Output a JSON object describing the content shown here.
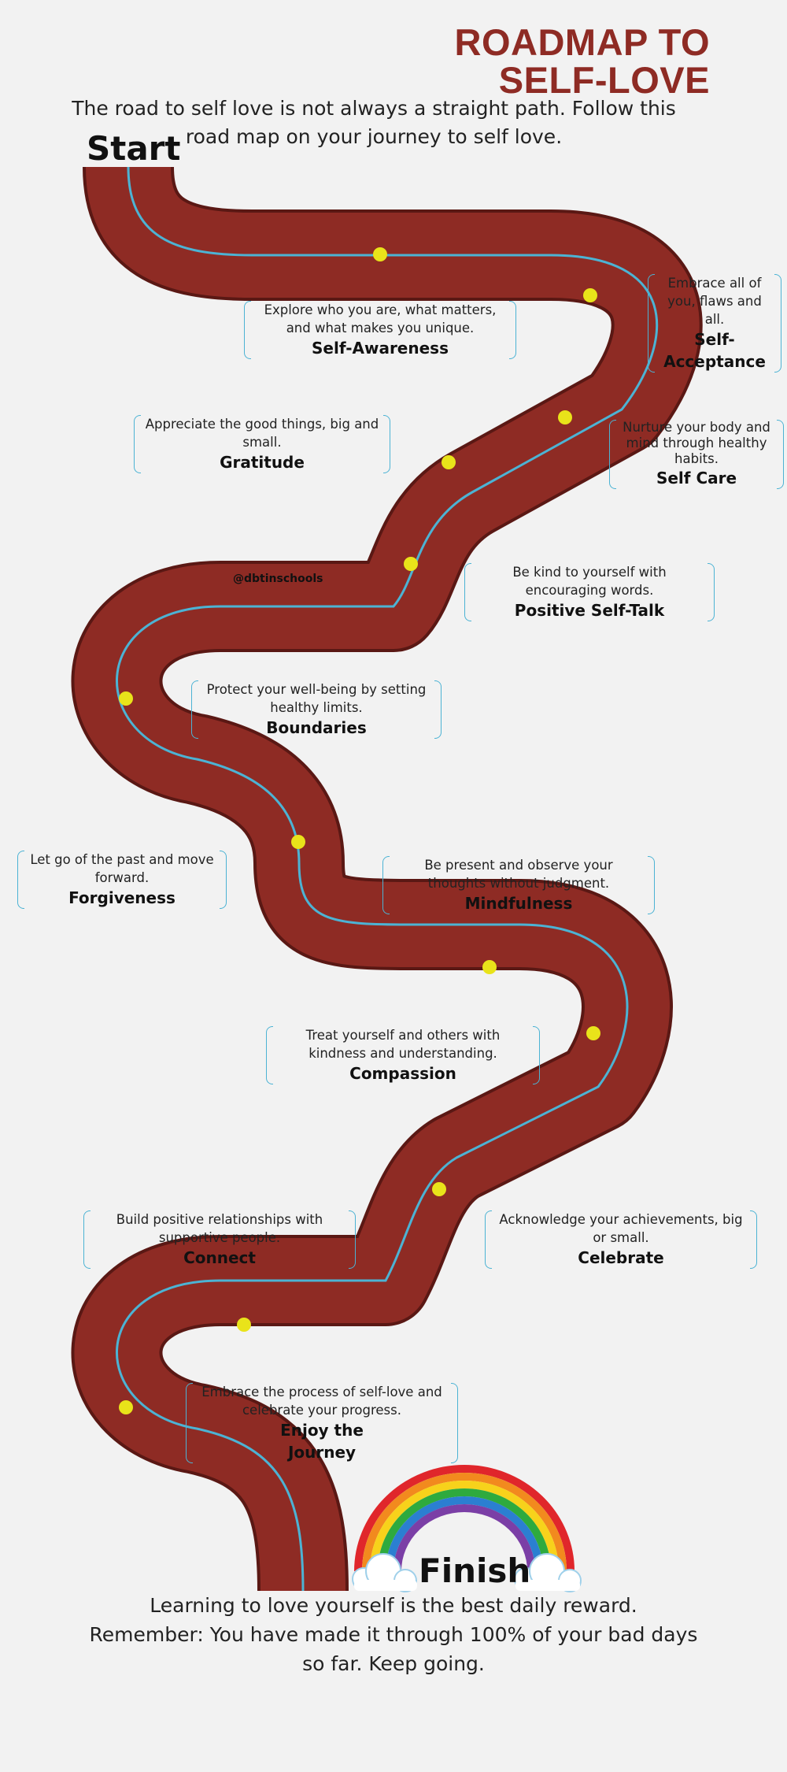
{
  "header": {
    "title_line1": "ROADMAP TO",
    "title_line2": "SELF-LOVE",
    "intro": "The road to self love is not always a straight path. Follow this road map on your journey to self love."
  },
  "road": {
    "start_label": "Start",
    "finish_label": "Finish",
    "handle": "@dbtinschools"
  },
  "steps": [
    {
      "name": "Self-Awareness",
      "desc": "Explore who you are, what matters, and what makes you unique."
    },
    {
      "name": "Self-Acceptance",
      "desc": "Embrace all of you, flaws and all."
    },
    {
      "name": "Gratitude",
      "desc": "Appreciate the good things, big and small."
    },
    {
      "name": "Self Care",
      "desc": "Nurture your body and mind through healthy habits."
    },
    {
      "name": "Positive Self-Talk",
      "desc": "Be kind to yourself with encouraging words."
    },
    {
      "name": "Boundaries",
      "desc": "Protect your well-being by setting healthy limits."
    },
    {
      "name": "Forgiveness",
      "desc": "Let go of the past and move forward."
    },
    {
      "name": "Mindfulness",
      "desc": "Be present and observe your thoughts without judgment."
    },
    {
      "name": "Compassion",
      "desc": "Treat yourself and others with kindness and understanding."
    },
    {
      "name": "Connect",
      "desc": "Build positive relationships with supportive people."
    },
    {
      "name": "Celebrate",
      "desc": "Acknowledge your achievements, big or small."
    },
    {
      "name": "Enjoy the Journey",
      "desc": "Embrace the process of self-love and celebrate your progress."
    }
  ],
  "footer": {
    "line1": "Learning to love yourself is the best daily reward.",
    "line2": "Remember: You have made it through 100% of your bad days so far. Keep going."
  },
  "colors": {
    "road": "#8e2b24",
    "lane_line": "#4cb3d4",
    "marker": "#e9e31a",
    "title": "#8e2b24"
  }
}
